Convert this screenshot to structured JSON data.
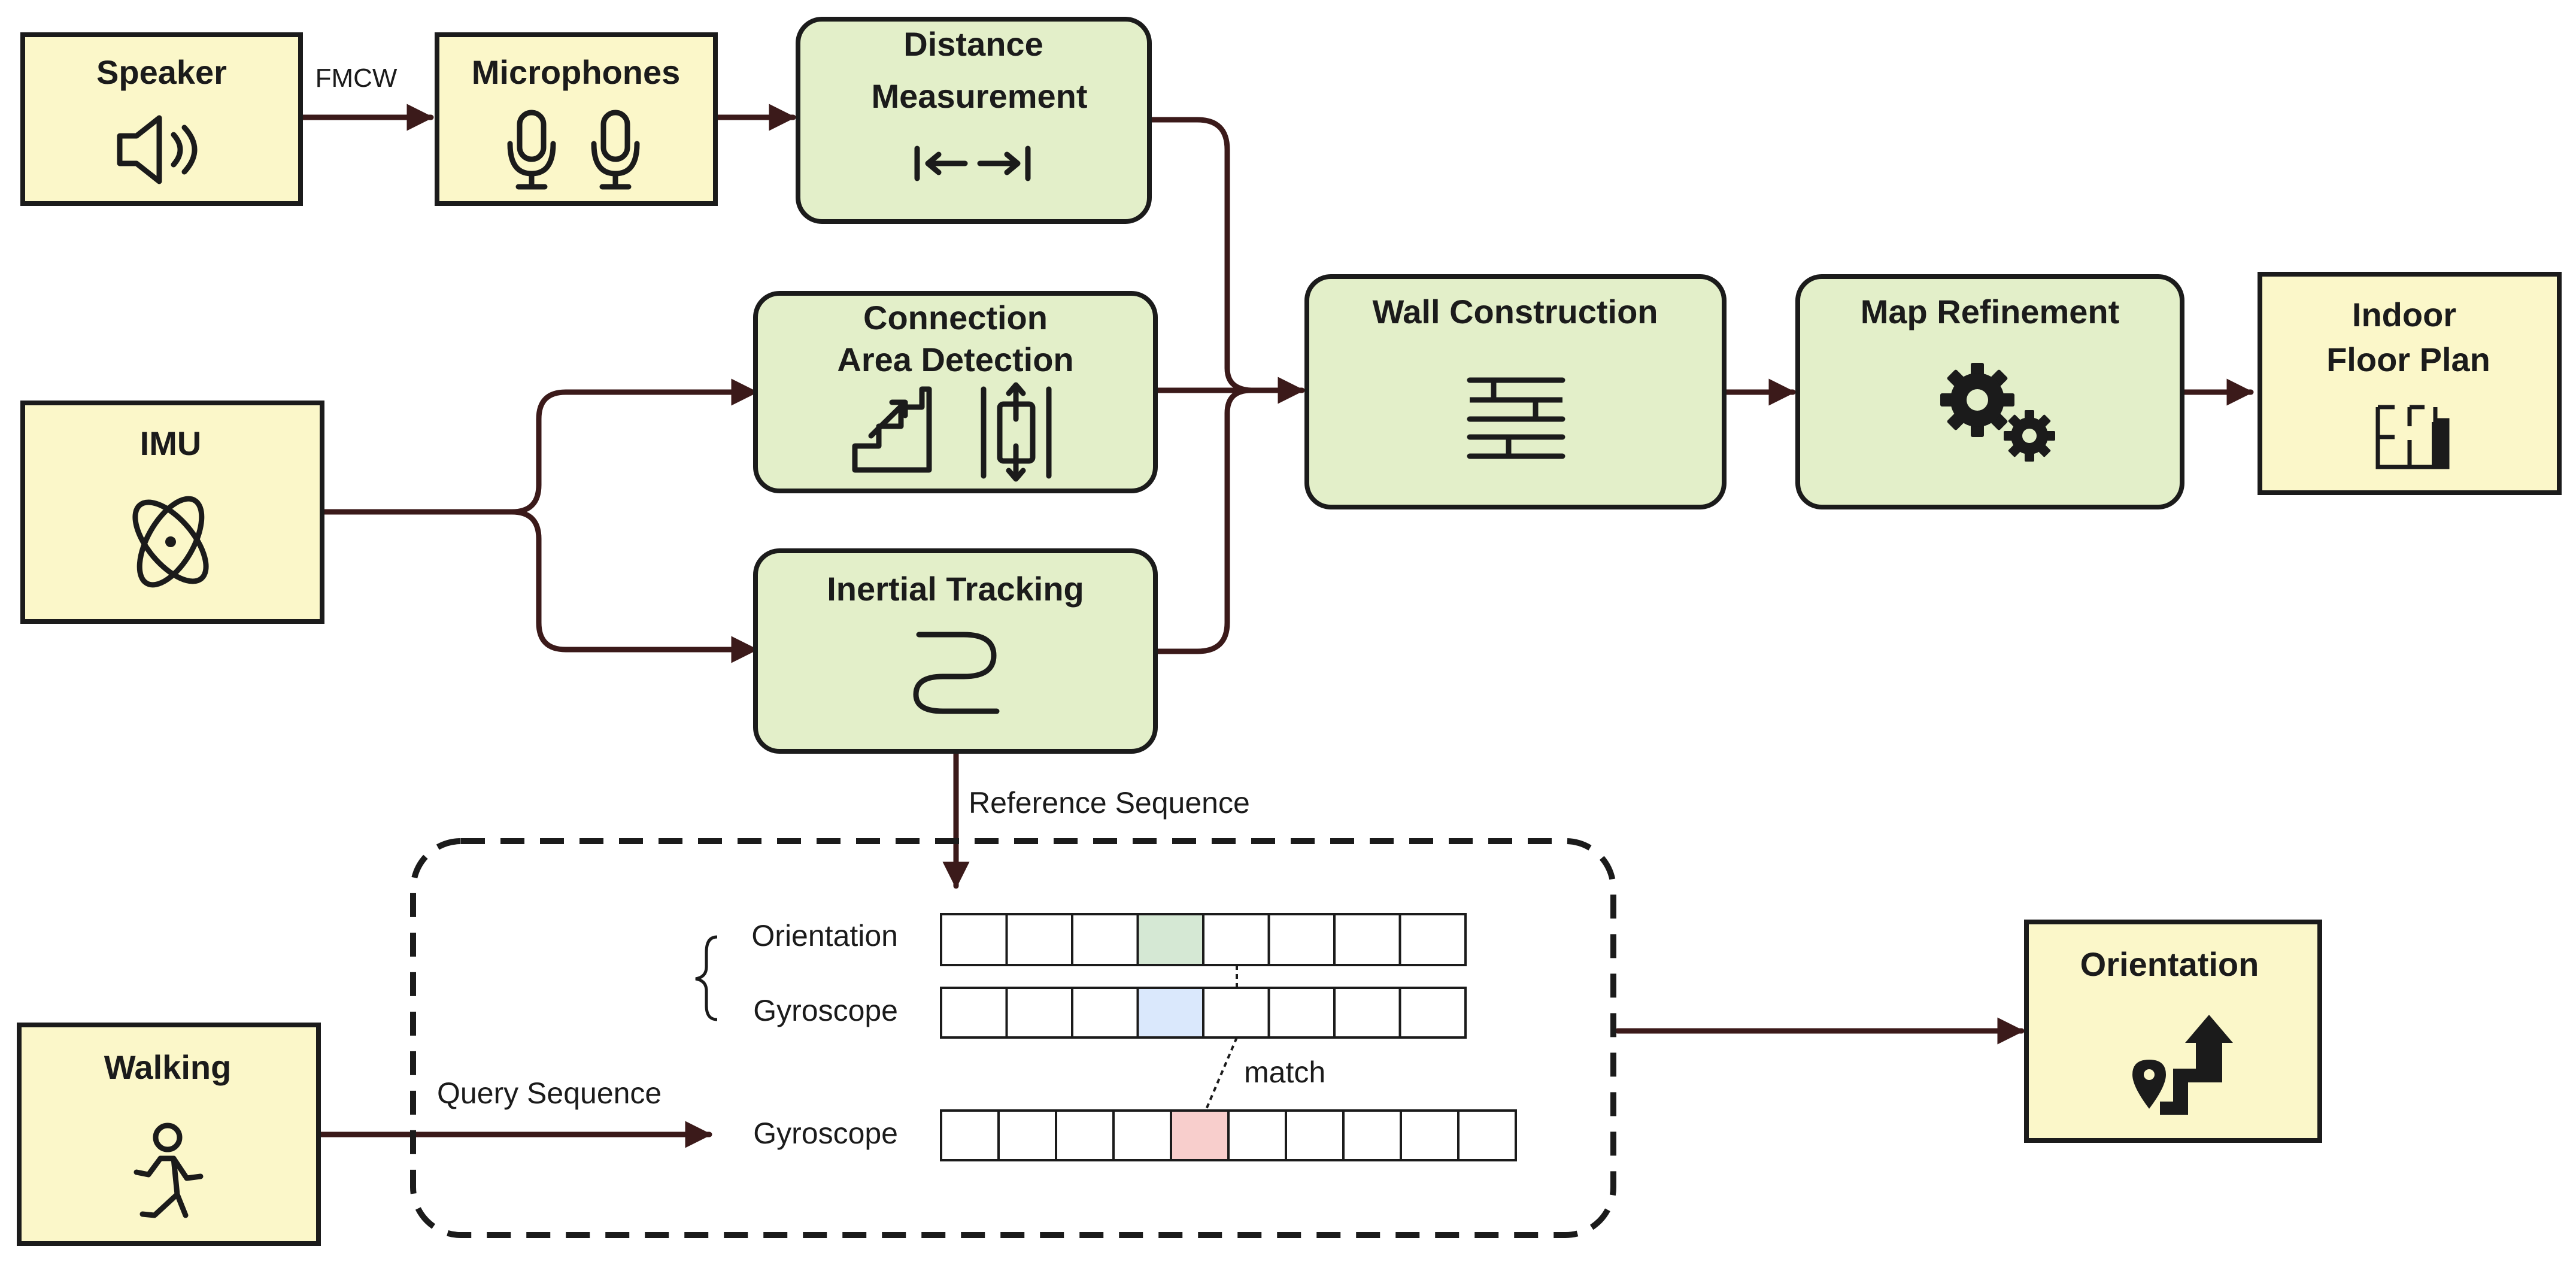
{
  "nodes": {
    "speaker": {
      "title": "Speaker",
      "icon": "speaker-icon"
    },
    "microphones": {
      "title": "Microphones",
      "icon": "microphone-icon"
    },
    "distance": {
      "title_line1": "Distance",
      "title_line2": "Measurement",
      "icon": "distance-icon"
    },
    "imu": {
      "title": "IMU",
      "icon": "orbit-icon"
    },
    "connection": {
      "title_line1": "Connection",
      "title_line2": "Area Detection",
      "icon": "stairs-elevator-icon"
    },
    "inertial": {
      "title": "Inertial Tracking",
      "icon": "trajectory-icon"
    },
    "wall": {
      "title": "Wall Construction",
      "icon": "wall-icon"
    },
    "refine": {
      "title": "Map Refinement",
      "icon": "gears-icon"
    },
    "floorplan": {
      "title_line1": "Indoor",
      "title_line2": "Floor Plan",
      "icon": "floor-plan-icon"
    },
    "walking": {
      "title": "Walking",
      "icon": "walking-person-icon"
    },
    "orientation_out": {
      "title": "Orientation",
      "icon": "route-icon"
    }
  },
  "edge_labels": {
    "fmcw": "FMCW",
    "reference": "Reference Sequence",
    "query": "Query Sequence",
    "match": "match"
  },
  "sequences": {
    "orientation_label": "Orientation",
    "gyro_ref_label": "Gyroscope",
    "gyro_query_label": "Gyroscope",
    "orientation_cells": 8,
    "gyro_ref_cells": 8,
    "gyro_query_cells": 10,
    "orientation_highlight_index": 3,
    "gyro_ref_highlight_index": 3,
    "gyro_query_highlight_index": 4
  },
  "colors": {
    "input_box": "#fbf7c9",
    "process_box": "#e3efc9",
    "arrow": "#3b1a1a",
    "orientation_highlight": "#d5e8d4",
    "gyro_ref_highlight": "#dae8fc",
    "gyro_query_highlight": "#f8cecc"
  }
}
